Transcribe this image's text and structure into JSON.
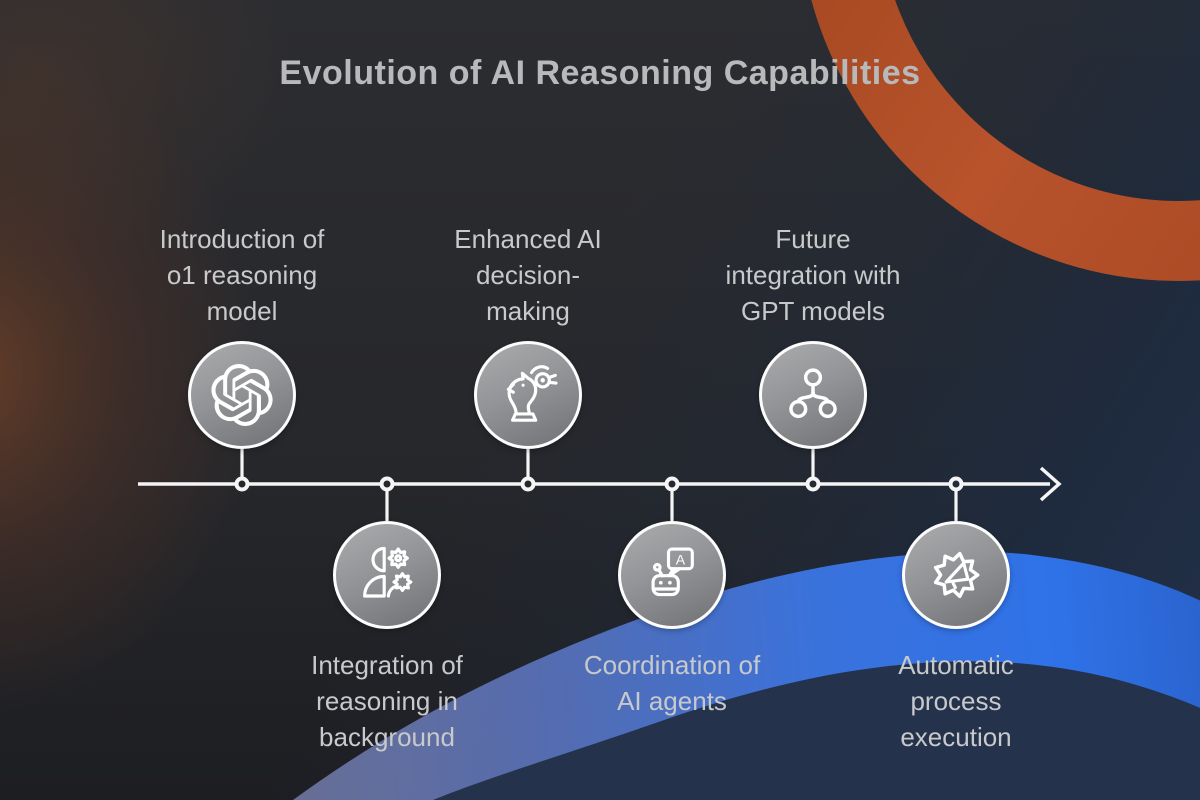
{
  "title": "Evolution of AI Reasoning Capabilities",
  "timeline": {
    "orientation": "horizontal",
    "arrow_direction": "right",
    "node_count": 6
  },
  "nodes": [
    {
      "label": "Introduction of\no1 reasoning\nmodel",
      "icon": "openai-logo-icon",
      "position": "above"
    },
    {
      "label": "Integration of\nreasoning in\nbackground",
      "icon": "person-gears-icon",
      "position": "below"
    },
    {
      "label": "Enhanced AI\ndecision-\nmaking",
      "icon": "chess-knight-eye-icon",
      "position": "above"
    },
    {
      "label": "Coordination of\nAI agents",
      "icon": "robot-chat-bubble-icon",
      "position": "below"
    },
    {
      "label": "Future\nintegration with\nGPT models",
      "icon": "network-nodes-icon",
      "position": "above"
    },
    {
      "label": "Automatic\nprocess\nexecution",
      "icon": "gear-megaphone-icon",
      "position": "below"
    }
  ],
  "colors": {
    "background": "#28292d",
    "title_text": "#b7b9bb",
    "label_text": "#c7c9cb",
    "timeline_line": "#f5f5f5",
    "circle_fill": "#909194",
    "circle_border": "#fcfcfc",
    "orange_arc": "#b5512b",
    "blue_arc_bright": "#2f72e8",
    "blue_arc_muted": "#7d82ad",
    "navy_zone": "#22304a",
    "left_glow": "#5c3423"
  }
}
